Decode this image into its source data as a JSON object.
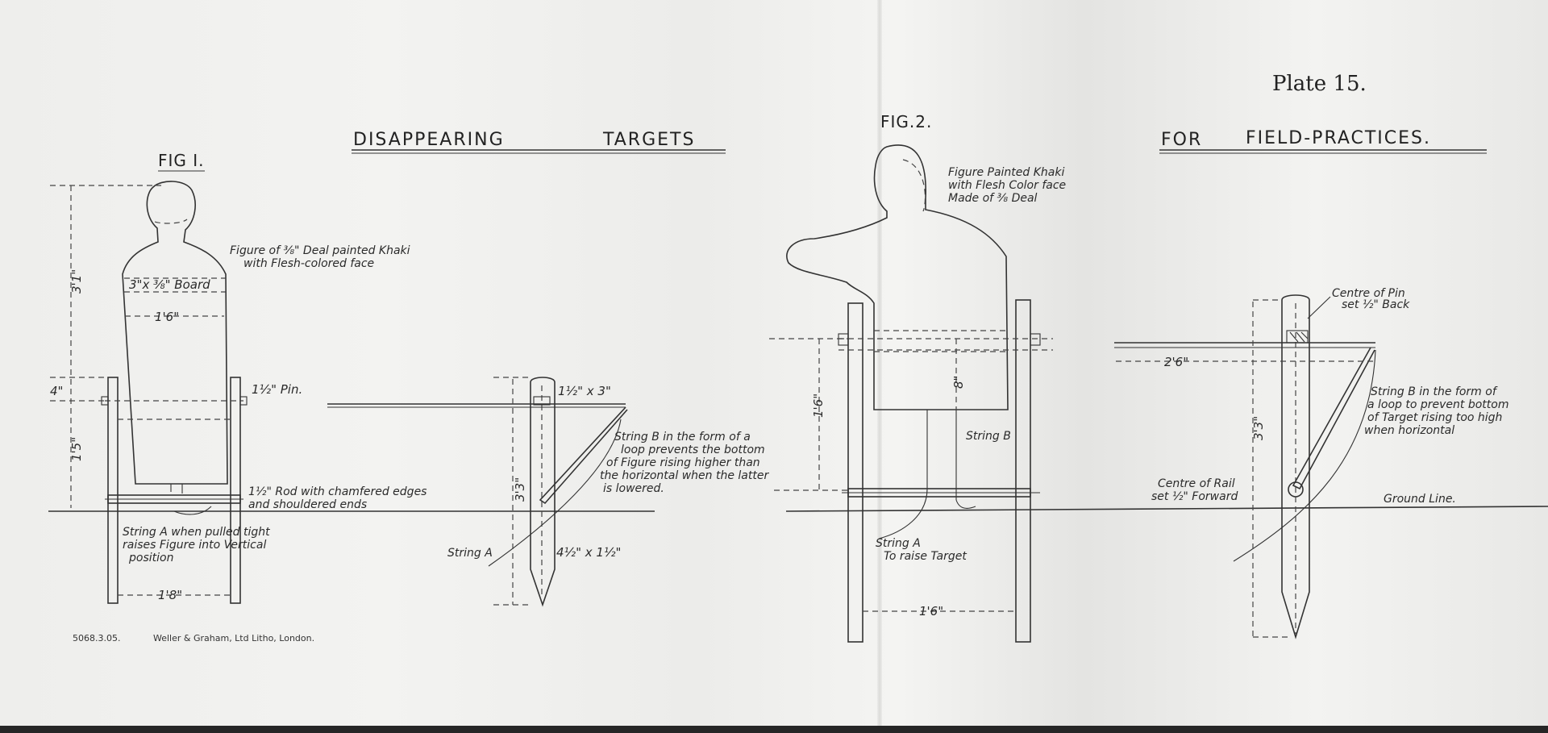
{
  "plate_label": "Plate 15.",
  "headings": {
    "left_word1": "DISAPPEARING",
    "left_word2": "TARGETS",
    "right_word1": "FOR",
    "right_word2": "FIELD-PRACTICES."
  },
  "fig1": {
    "label": "FIG I.",
    "figure_note": [
      "Figure of ⅜\" Deal painted Khaki",
      "with Flesh-colored face"
    ],
    "board_label": "3\"x ⅜\" Board",
    "dim_width": "1'6\"",
    "dim_height": "3'1\"",
    "dim_4": "4\"",
    "dim_15": "1'5\"",
    "pin_label": "1½\" Pin.",
    "rod_note": [
      "1½\" Rod with chamfered edges",
      "and shouldered ends"
    ],
    "string_a_note": [
      "String A when pulled tight",
      "raises Figure into Vertical",
      "position"
    ],
    "dim_base": "1'8\"",
    "side_top": "1½\" x 3\"",
    "side_string_b": [
      "String B in the form of a",
      "loop prevents the bottom",
      "of Figure rising higher than",
      "the horizontal when the latter",
      "is lowered."
    ],
    "side_height": "3'3\"",
    "side_string_a": "String A",
    "side_post": "4½\" x 1½\""
  },
  "fig2": {
    "label": "FIG.2.",
    "figure_note": [
      "Figure Painted Khaki",
      "with Flesh Color face",
      "Made of ⅜ Deal"
    ],
    "dim_16": "1'6\"",
    "dim_8": "8\"",
    "string_b": "String B",
    "string_a_note": [
      "String A",
      "To raise Target"
    ],
    "dim_base": "1'6\"",
    "centre_pin": [
      "Centre of Pin",
      "set ½\" Back"
    ],
    "dim_26": "2'6\"",
    "side_string_b": [
      "String B in the form of",
      "a loop to prevent bottom",
      "of Target rising too high",
      "when horizontal"
    ],
    "side_height": "3'3\"",
    "centre_rail": [
      "Centre of Rail",
      "set ½\" Forward"
    ],
    "ground_line": "Ground Line."
  },
  "imprint": {
    "number": "5068.3.05.",
    "printer": "Weller & Graham, Ltd Litho, London."
  }
}
